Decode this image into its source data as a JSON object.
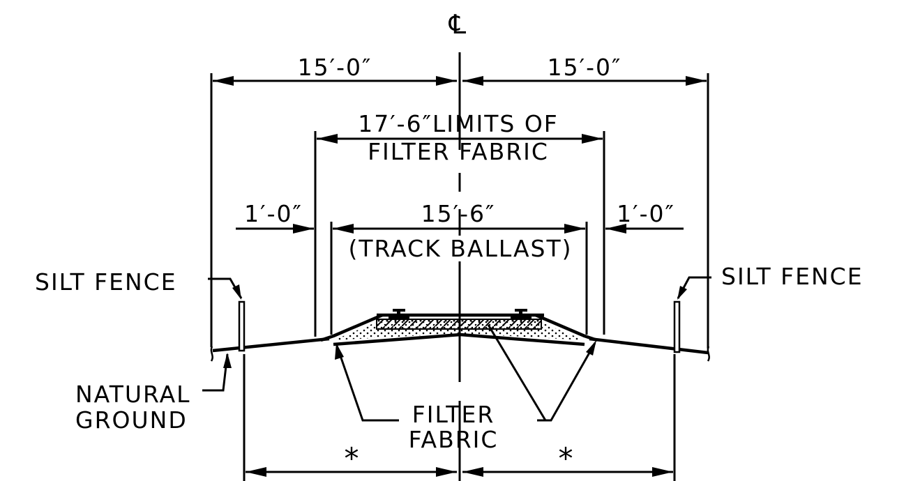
{
  "centerline_symbol": "℄",
  "dims": {
    "left_half": "15′-0″",
    "right_half": "15′-0″",
    "fabric_limits_line1": "17′-6″LIMITS OF",
    "fabric_limits_line2": "FILTER FABRIC",
    "ballast_width": "15′-6″",
    "ballast_label": "(TRACK BALLAST)",
    "offset_left": "1′-0″",
    "offset_right": "1′-0″",
    "bottom_left": "*",
    "bottom_right": "*"
  },
  "labels": {
    "silt_fence_left": "SILT FENCE",
    "silt_fence_right": "SILT FENCE",
    "natural_ground_line1": "NATURAL",
    "natural_ground_line2": "GROUND",
    "filter_fabric_line1": "FILTER",
    "filter_fabric_line2": "FABRIC"
  },
  "colors": {
    "ink": "#000000",
    "background": "#ffffff"
  }
}
